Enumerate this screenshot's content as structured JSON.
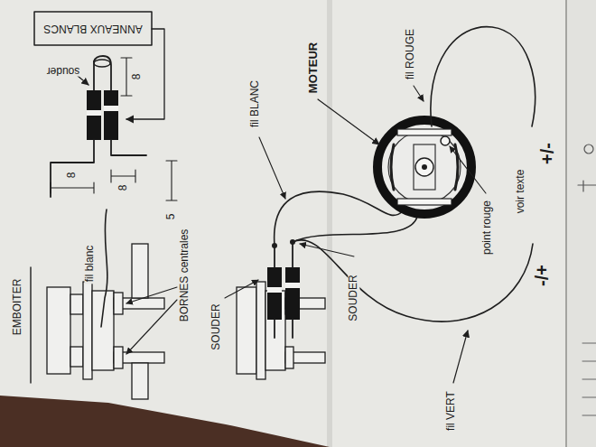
{
  "diagram": {
    "labels": [
      "ANNEAUX BLANCS",
      "souder",
      "8",
      "8",
      "8",
      "5",
      "EMBOITER",
      "fil blanc",
      "BORNES centrales",
      "SOUDER",
      "SOUDER",
      "fil BLANC",
      "MOTEUR",
      "fil ROUGE",
      "point rouge",
      "voir texte",
      "+/-",
      "-/+",
      "fil VERT"
    ]
  }
}
